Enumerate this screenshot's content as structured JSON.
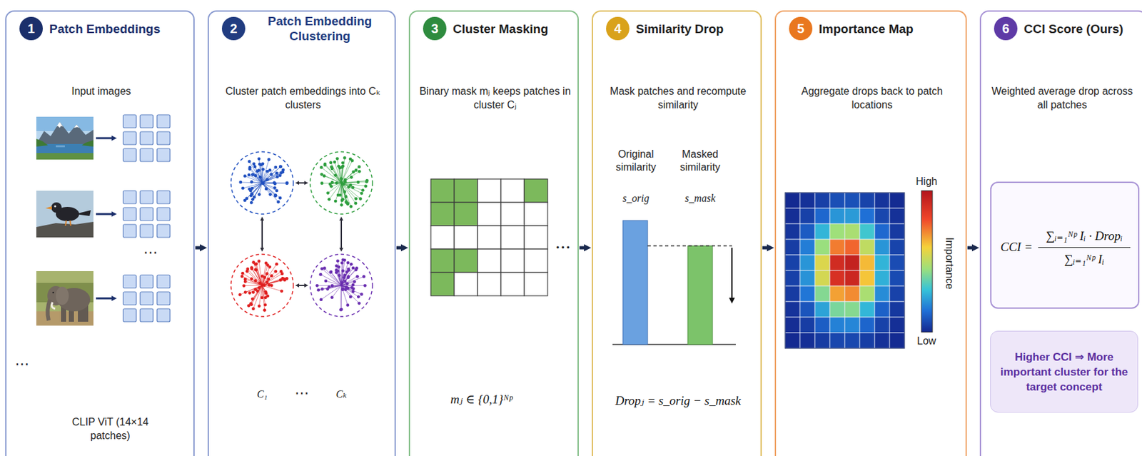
{
  "diagram": {
    "nodes": [
      {
        "text": [
          "Patch Embeddings",
          "Input images",
          "CLIP ViT (14×14 patches)"
        ]
      },
      {
        "text": [
          "1"
        ],
        "in": 0
      },
      {
        "text": [
          "Patch Embedding Clustering",
          "Cluster patch embeddings into Cₖ clusters"
        ]
      },
      {
        "text": [
          "2"
        ],
        "in": 2
      },
      {
        "text": [
          "Cluster Masking",
          "Binary mask mⱼ keeps patches in cluster Cⱼ",
          "mⱼ ∈ {0,1}ᴺᵖ"
        ]
      },
      {
        "text": [
          "3"
        ],
        "in": 4
      },
      {
        "text": [
          "Similarity Drop",
          "Mask patches and recompute similarity",
          "Dropⱼ = s_orig − s_mask"
        ]
      },
      {
        "text": [
          "4"
        ],
        "in": 6
      },
      {
        "text": [
          "Importance Map",
          "Aggregate drops back to patch locations"
        ]
      },
      {
        "text": [
          "5"
        ],
        "in": 8
      },
      {
        "text": [
          "CCI Score (Ours)",
          "Weighted average drop across all patches"
        ]
      },
      {
        "text": [
          "6"
        ],
        "in": 10
      },
      {
        "text": [
          "CCI =",
          "∑ᵢ₌₁ᴺᵖ Iᵢ · Dropᵢ",
          "∑ᵢ₌₁ᴺᵖ Iᵢ"
        ],
        "in": 10
      },
      {
        "text": [
          "Higher CCI ⇒ More important cluster for the target concept"
        ],
        "in": 10
      }
    ],
    "edges": [
      {
        "from": 0,
        "to": 2,
        "arrow": "to"
      },
      {
        "from": 2,
        "to": 4,
        "arrow": "to"
      },
      {
        "from": 4,
        "to": 6,
        "arrow": "to"
      },
      {
        "from": 6,
        "to": 8,
        "arrow": "to"
      },
      {
        "from": 8,
        "to": 10,
        "arrow": "to"
      }
    ],
    "labels": [
      "…",
      "…",
      "C₁",
      "⋯",
      "Cₖ",
      "•••",
      "Original similarity",
      "s_orig",
      "Masked similarity",
      "s_mask",
      "High",
      "Low",
      "Importance"
    ]
  }
}
